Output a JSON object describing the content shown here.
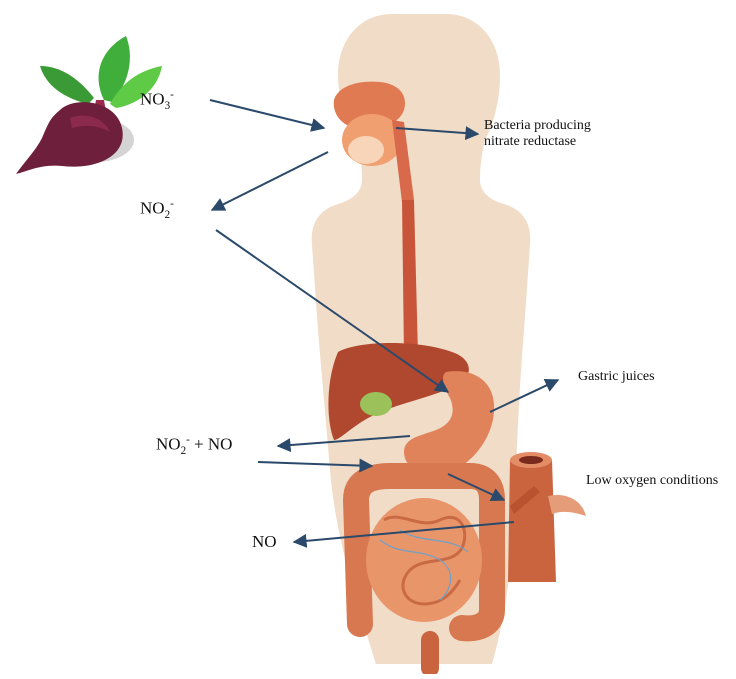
{
  "labels": {
    "nitrate": {
      "base": "NO",
      "sub": "3",
      "sup": "-"
    },
    "nitrite": {
      "base": "NO",
      "sub": "2",
      "sup": "-"
    },
    "nitrite_no": {
      "base": "NO",
      "sub": "2",
      "sup": "-",
      "tail": " + NO"
    },
    "no": "NO",
    "bacteria_line1": "Bacteria producing",
    "bacteria_line2": "nitrate reductase",
    "gastric": "Gastric juices",
    "low_oxygen": "Low oxygen conditions"
  },
  "colors": {
    "arrow": "#2b4a6b",
    "skin": "#f1dcc7",
    "organ": "#d8694a",
    "liver": "#b0472f",
    "intestine": "#e08a5f",
    "beet": "#6e1f3c",
    "leaf": "#3fae3b",
    "vessel": "#c9643f"
  },
  "icons": [
    "beetroot-icon",
    "human-digestive-system",
    "blood-vessel-icon"
  ]
}
